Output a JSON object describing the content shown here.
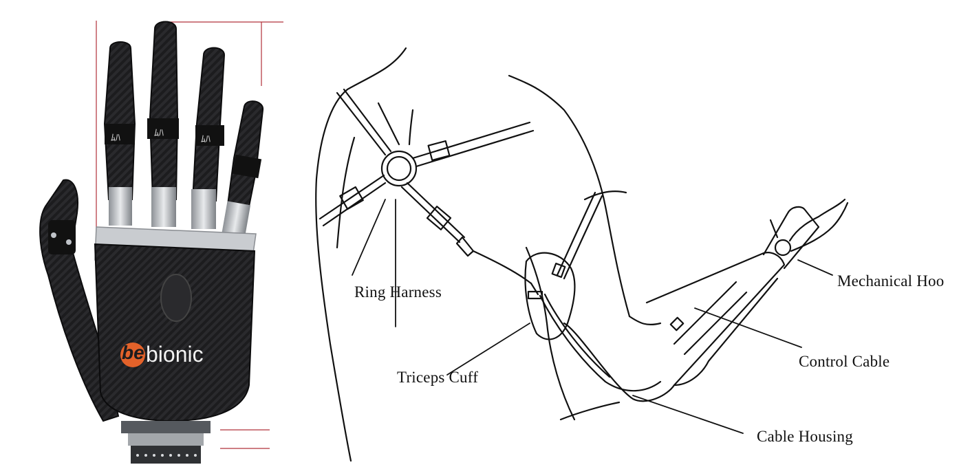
{
  "hand": {
    "logo_mark": "be",
    "logo_word": "bionic",
    "logo_mark_color": "#e3622a",
    "body_color": "#1f1f21",
    "knuckle_color": "#c9ccd0"
  },
  "diagram": {
    "labels": {
      "ring_harness": "Ring Harness",
      "triceps_cuff": "Triceps Cuff",
      "mechanical_hook": "Mechanical Hoo",
      "control_cable": "Control Cable",
      "cable_housing": "Cable Housing"
    }
  }
}
